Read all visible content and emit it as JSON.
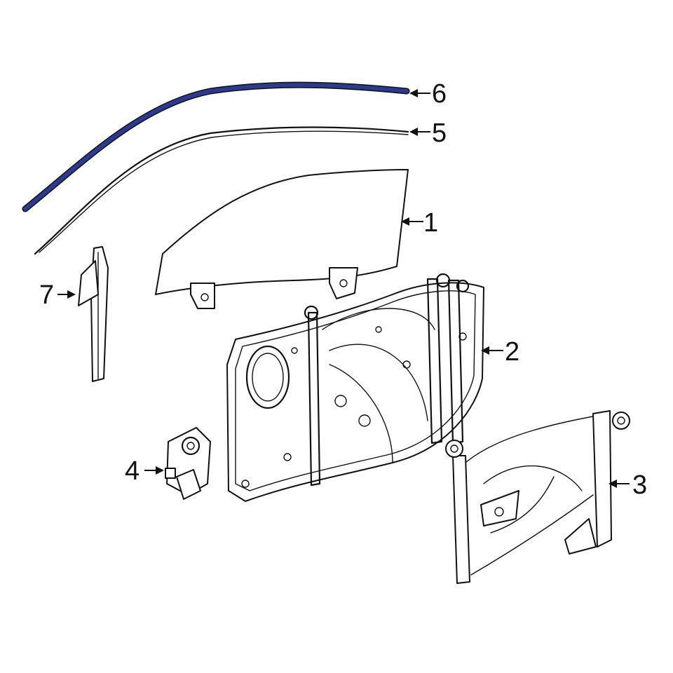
{
  "callouts": {
    "part_1": "1",
    "part_2": "2",
    "part_3": "3",
    "part_4": "4",
    "part_5": "5",
    "part_6": "6",
    "part_7": "7"
  },
  "colors": {
    "highlight": "#2b3a8f",
    "line": "#111111",
    "background": "#ffffff"
  }
}
